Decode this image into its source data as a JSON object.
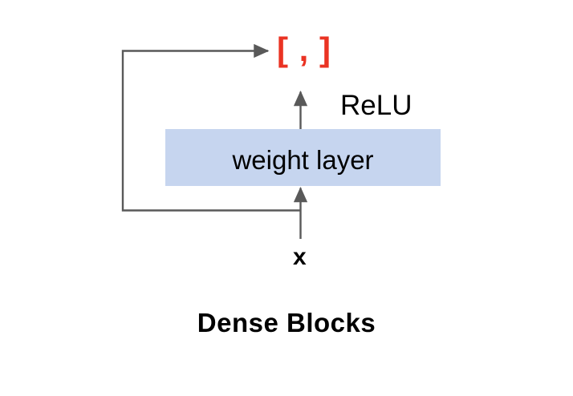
{
  "figure": {
    "caption": "Dense Blocks",
    "background_color": "#ffffff",
    "line_color": "#595959",
    "accent_color": "#ea3323",
    "block_fill_color": "#c6d5ef"
  },
  "nodes": {
    "input": {
      "label": "x"
    },
    "weight_layer": {
      "label": "weight layer"
    },
    "activation": {
      "label": "ReLU"
    },
    "concat": {
      "label": "[ , ]"
    }
  },
  "edges": [
    {
      "name": "input-to-weight-layer",
      "from": "x",
      "to": "weight layer",
      "arrow": true
    },
    {
      "name": "weight-layer-to-relu",
      "from": "weight layer",
      "to": "ReLU",
      "arrow": true
    },
    {
      "name": "skip-connection",
      "from": "x",
      "to": "[ , ]",
      "arrow": true
    }
  ],
  "chart_data": {
    "type": "diagram",
    "title": "Dense Blocks",
    "nodes": [
      "x",
      "weight layer",
      "ReLU",
      "[ , ]"
    ],
    "edges": [
      [
        "x",
        "weight layer"
      ],
      [
        "weight layer",
        "ReLU"
      ],
      [
        "x",
        "[ , ]"
      ]
    ]
  }
}
